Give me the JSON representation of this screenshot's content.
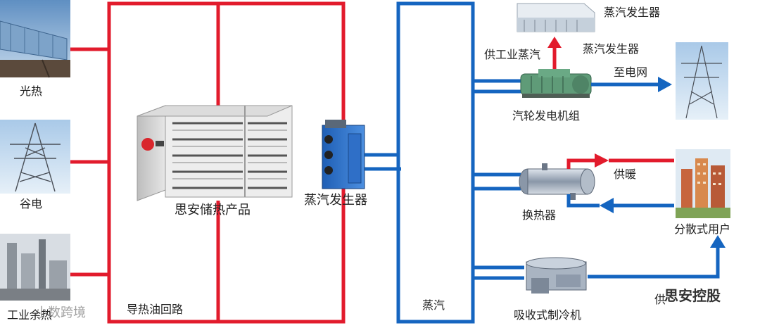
{
  "colors": {
    "oil_loop": "#e21b2c",
    "steam_loop": "#1565c0",
    "arrow_blue": "#1565c0",
    "arrow_red": "#e21b2c"
  },
  "sources": {
    "solar_label": "光热",
    "valley_power_label": "谷电",
    "waste_heat_label": "工业余热"
  },
  "storage": {
    "product_label": "思安储热产品"
  },
  "loops": {
    "oil_loop_label": "导热油回路",
    "steam_label": "蒸汽"
  },
  "generator": {
    "label": "蒸汽发生器"
  },
  "industrial": {
    "supply_label": "供工业蒸汽",
    "plant_label_top": "蒸汽发生器",
    "plant_label_mid": "蒸汽发生器"
  },
  "turbine": {
    "label": "汽轮发电机组",
    "grid_label": "至电网"
  },
  "heat_exchanger": {
    "label": "换热器",
    "heating_label": "供暖"
  },
  "users": {
    "label": "分散式用户"
  },
  "chiller": {
    "label": "吸收式制冷机",
    "supply_label": "供"
  },
  "brand": {
    "logo_text": "思安控股",
    "watermark_text": "小数跨境"
  }
}
